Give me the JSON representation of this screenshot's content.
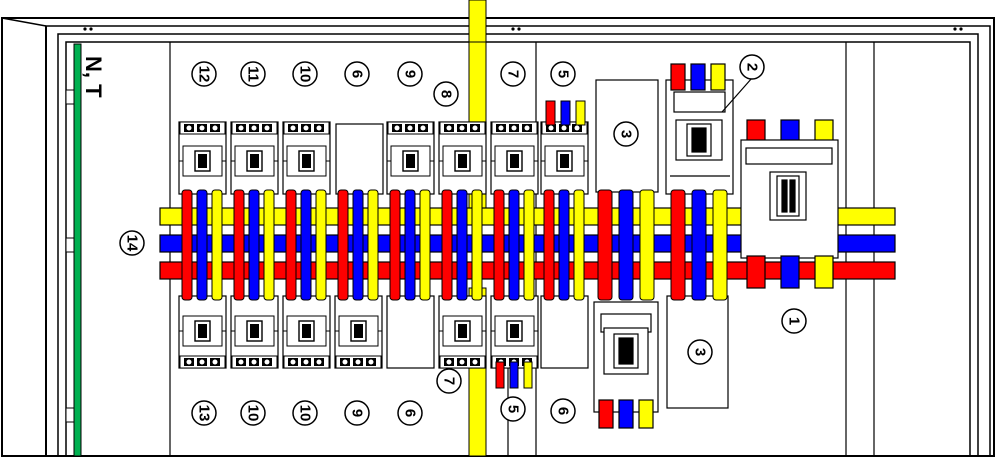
{
  "diagram": {
    "side_label": "N, T",
    "colors": {
      "phase_red": "#ff0000",
      "phase_blue": "#0000ff",
      "phase_yellow": "#ffff00",
      "pe_green": "#00b050",
      "outline": "#000000",
      "body": "#ffffff"
    },
    "callouts": {
      "c1": "1",
      "c2": "2",
      "c3a": "3",
      "c3b": "3",
      "c5a": "5",
      "c5b": "5",
      "c6a": "6",
      "c6b": "6",
      "c6c": "6",
      "c7a": "7",
      "c7b": "7",
      "c8": "8",
      "c9a": "9",
      "c9b": "9",
      "c10a": "10",
      "c10b": "10",
      "c10c": "10",
      "c11": "11",
      "c12": "12",
      "c13": "13",
      "c14": "14"
    }
  }
}
